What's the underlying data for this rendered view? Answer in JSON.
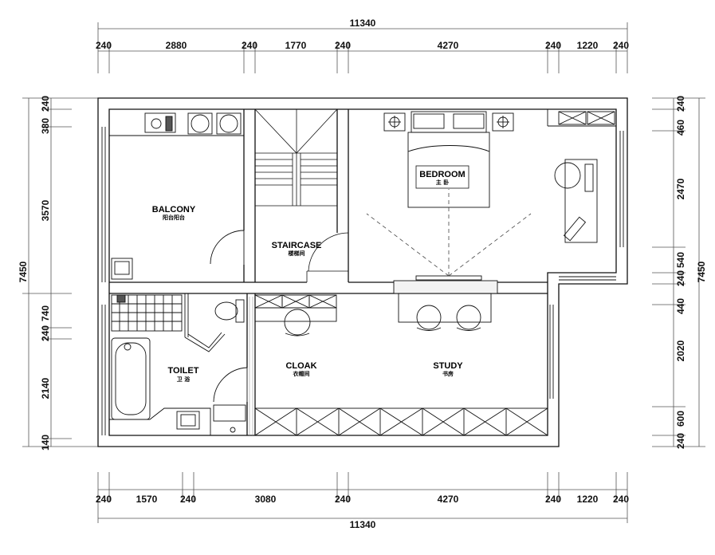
{
  "dimensions": {
    "top_total": "11340",
    "top_segments": [
      "240",
      "2880",
      "240",
      "1770",
      "240",
      "4270",
      "240",
      "1220",
      "240"
    ],
    "bottom_total": "11340",
    "bottom_segments": [
      "240",
      "1570",
      "240",
      "3080",
      "240",
      "4270",
      "240",
      "1220",
      "240"
    ],
    "left_total": "7450",
    "left_segments": [
      "240",
      "380",
      "3570",
      "740",
      "240",
      "2140",
      "140"
    ],
    "right_total": "7450",
    "right_segments": [
      "240",
      "460",
      "2470",
      "540",
      "240",
      "440",
      "2020",
      "600",
      "240"
    ]
  },
  "rooms": {
    "balcony": {
      "name": "BALCONY",
      "sub": "阳台阳台"
    },
    "staircase": {
      "name": "STAIRCASE",
      "sub": "楼梯间"
    },
    "bedroom": {
      "name": "BEDROOM",
      "sub": "主 卧"
    },
    "toilet": {
      "name": "TOILET",
      "sub": "卫 浴"
    },
    "cloak": {
      "name": "CLOAK",
      "sub": "衣帽间"
    },
    "study": {
      "name": "STUDY",
      "sub": "书房"
    }
  }
}
